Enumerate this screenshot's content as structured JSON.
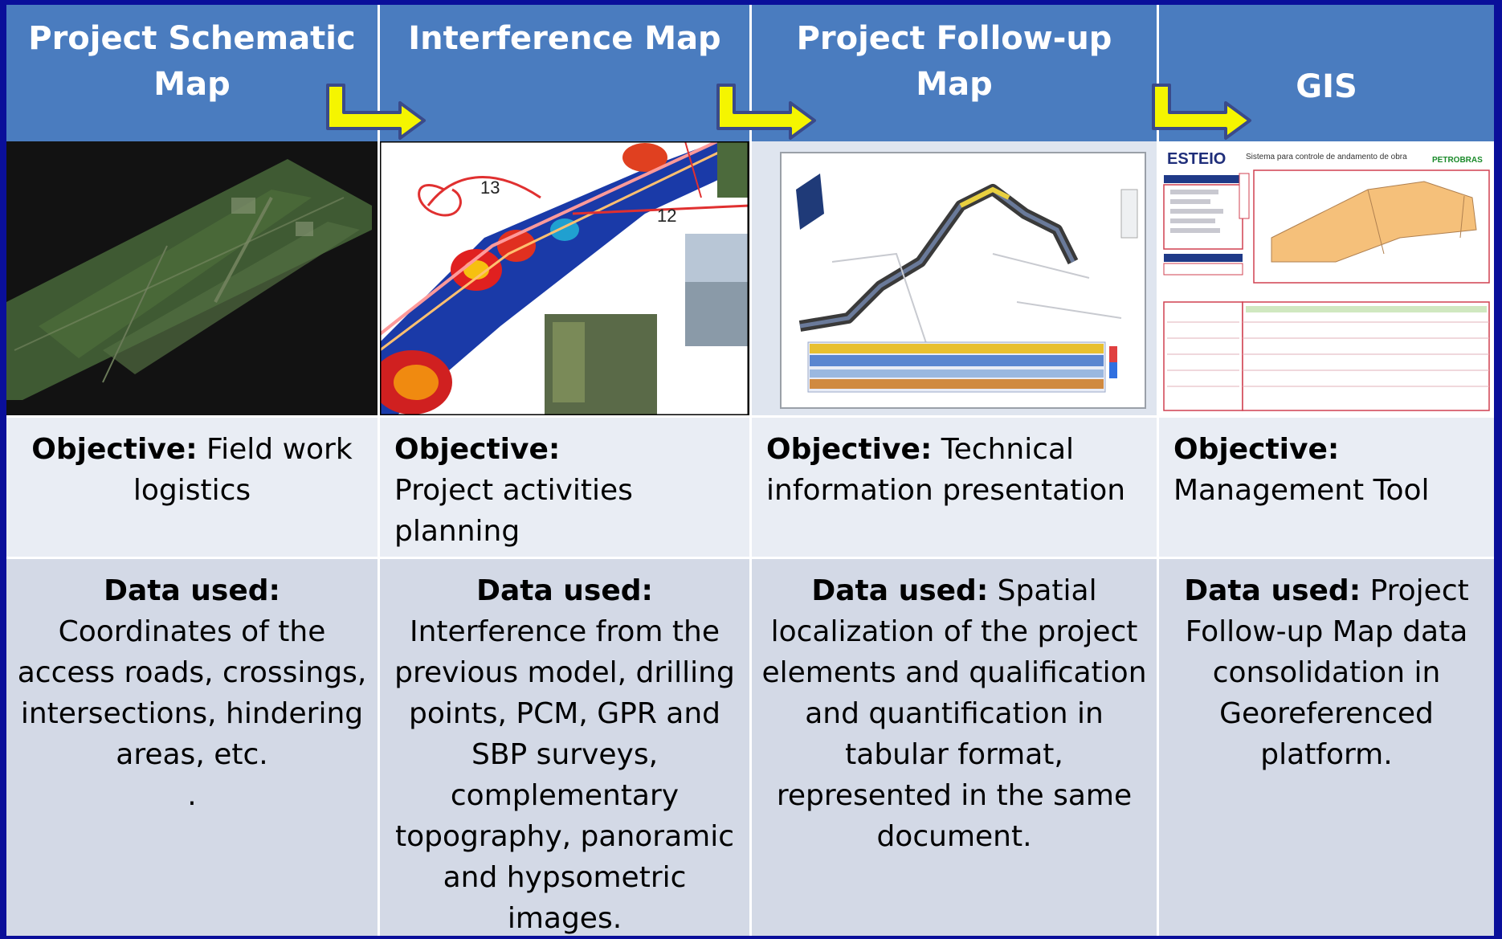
{
  "columns": [
    {
      "title": "Project Schematic Map",
      "objective_label": "Objective:",
      "objective_text": "Field work logistics",
      "data_label": "Data used:",
      "data_text": "Coordinates of the access roads, crossings, intersections, hindering areas, etc.",
      "data_extra": "."
    },
    {
      "title": "Interference Map",
      "map_labels": [
        "13",
        "12"
      ],
      "objective_label": "Objective:",
      "objective_text": "Project activities planning",
      "data_label": "Data used:",
      "data_text": "Interference from the previous model, drilling points, PCM, GPR and SBP surveys, complementary topography, panoramic and hypsometric images."
    },
    {
      "title": "Project Follow-up Map",
      "objective_label": "Objective:",
      "objective_text": "Technical information presentation",
      "data_label": "Data used:",
      "data_text": "Spatial localization of the project elements and qualification and quantification in tabular format, represented in the same document."
    },
    {
      "title": "GIS",
      "screen": {
        "brand": "ESTEIO",
        "system_title": "Sistema para controle de andamento de obra",
        "partner_logo": "PETROBRAS"
      },
      "objective_label": "Objective:",
      "objective_text": "Management Tool",
      "data_label": "Data used:",
      "data_text": "Project Follow-up Map data consolidation in Georeferenced platform."
    }
  ],
  "colors": {
    "frame": "#0a0f9a",
    "header": "#4a7cbf",
    "objective_row": "#e9edf4",
    "data_row": "#d3d9e6",
    "arrow": "#f5f500"
  }
}
